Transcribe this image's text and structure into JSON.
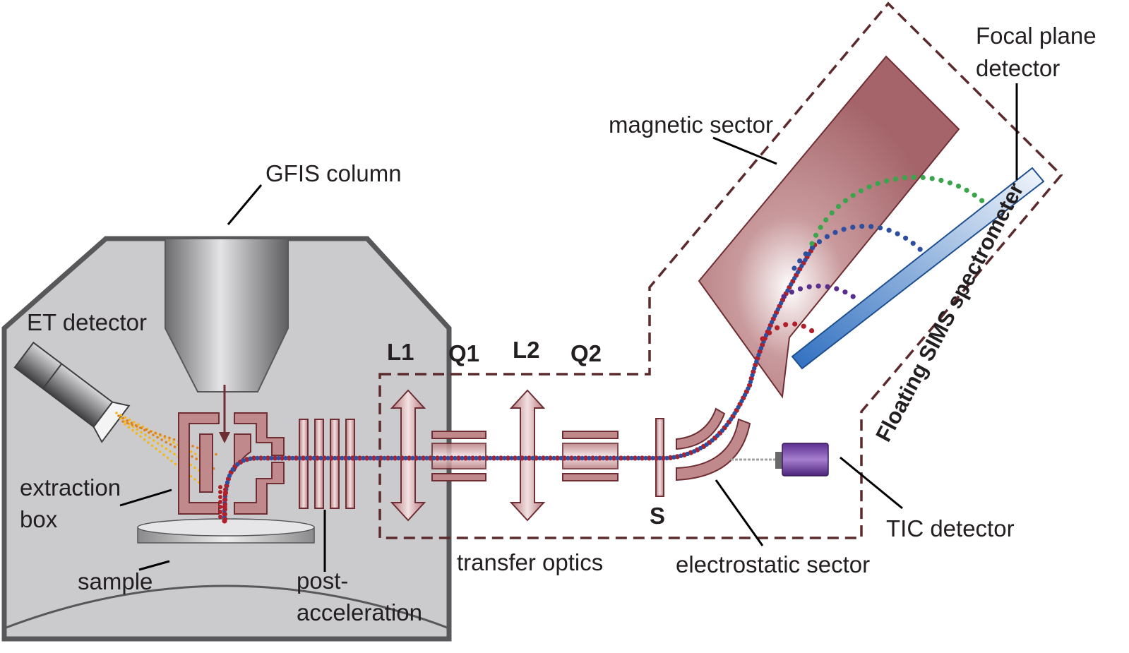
{
  "labels": {
    "gfis_column": "GFIS column",
    "et_detector": "ET detector",
    "extraction_line1": "extraction",
    "extraction_line2": "box",
    "sample": "sample",
    "post_line1": "post-",
    "post_line2": "acceleration",
    "transfer_optics": "transfer optics",
    "electrostatic_sector": "electrostatic sector",
    "tic_detector": "TIC detector",
    "magnetic_sector": "magnetic sector",
    "focal_line1": "Focal plane",
    "focal_line2": "detector",
    "floating_sims": "Floating SIMS spectrometer",
    "L1": "L1",
    "Q1": "Q1",
    "L2": "L2",
    "Q2": "Q2",
    "S": "S"
  },
  "colors": {
    "chamber_fill": "#c9c9cb",
    "chamber_stroke": "#58585a",
    "optics": "#c08a8c",
    "optics_stroke": "#6e2e33",
    "magnet": "#a86a6e",
    "dashed_box": "#5a2a2c",
    "beam_red": "#b0202a",
    "beam_blue": "#2e4fa0",
    "beam_green": "#3aa54a",
    "beam_purple": "#5a2e8f",
    "secondary_orange": "#e0831f",
    "detector_blue": "#3c7bc4",
    "tic_purple": "#7b3fa8"
  }
}
